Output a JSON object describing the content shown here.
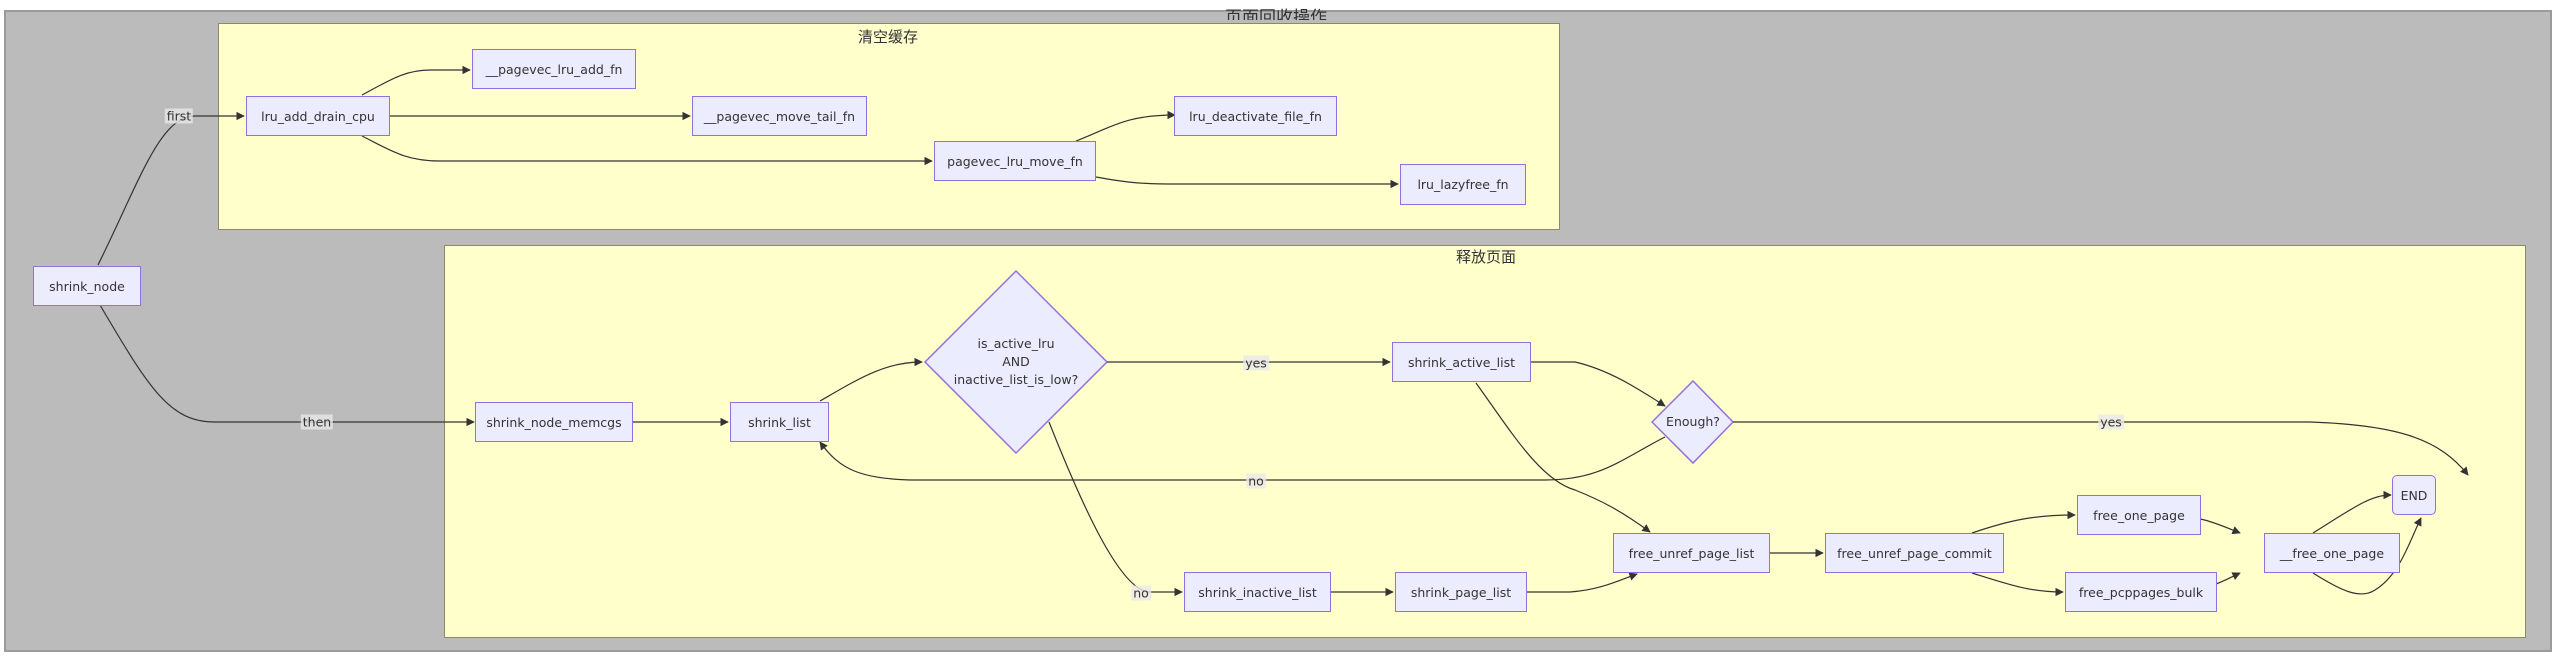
{
  "diagram": {
    "title": "页面回收操作",
    "colors": {
      "outer_background": "#bbbbbb",
      "cluster_background": "#ffffcc",
      "node_fill": "#ececff",
      "node_border": "#9370db",
      "edge": "#333333"
    },
    "clusters": [
      {
        "id": "clear_cache",
        "title": "清空缓存"
      },
      {
        "id": "free_pages",
        "title": "释放页面"
      }
    ],
    "nodes": [
      {
        "id": "shrink_node",
        "label": "shrink_node",
        "shape": "rect"
      },
      {
        "id": "lru_add_drain_cpu",
        "label": "lru_add_drain_cpu",
        "shape": "rect",
        "cluster": "clear_cache"
      },
      {
        "id": "pagevec_lru_add_fn",
        "label": "__pagevec_lru_add_fn",
        "shape": "rect",
        "cluster": "clear_cache"
      },
      {
        "id": "pagevec_move_tail_fn",
        "label": "__pagevec_move_tail_fn",
        "shape": "rect",
        "cluster": "clear_cache"
      },
      {
        "id": "pagevec_lru_move_fn",
        "label": "pagevec_lru_move_fn",
        "shape": "rect",
        "cluster": "clear_cache"
      },
      {
        "id": "lru_deactivate_file_fn",
        "label": "lru_deactivate_file_fn",
        "shape": "rect",
        "cluster": "clear_cache"
      },
      {
        "id": "lru_lazyfree_fn",
        "label": "lru_lazyfree_fn",
        "shape": "rect",
        "cluster": "clear_cache"
      },
      {
        "id": "shrink_node_memcgs",
        "label": "shrink_node_memcgs",
        "shape": "rect",
        "cluster": "free_pages"
      },
      {
        "id": "shrink_list",
        "label": "shrink_list",
        "shape": "rect",
        "cluster": "free_pages"
      },
      {
        "id": "cond_active",
        "label_lines": [
          "is_active_lru",
          "AND",
          "inactive_list_is_low?"
        ],
        "shape": "diamond",
        "cluster": "free_pages"
      },
      {
        "id": "shrink_active_list",
        "label": "shrink_active_list",
        "shape": "rect",
        "cluster": "free_pages"
      },
      {
        "id": "enough",
        "label_lines": [
          "Enough?"
        ],
        "shape": "diamond",
        "cluster": "free_pages"
      },
      {
        "id": "shrink_inactive_list",
        "label": "shrink_inactive_list",
        "shape": "rect",
        "cluster": "free_pages"
      },
      {
        "id": "shrink_page_list",
        "label": "shrink_page_list",
        "shape": "rect",
        "cluster": "free_pages"
      },
      {
        "id": "free_unref_page_list",
        "label": "free_unref_page_list",
        "shape": "rect",
        "cluster": "free_pages"
      },
      {
        "id": "free_unref_page_commit",
        "label": "free_unref_page_commit",
        "shape": "rect",
        "cluster": "free_pages"
      },
      {
        "id": "free_one_page",
        "label": "free_one_page",
        "shape": "rect",
        "cluster": "free_pages"
      },
      {
        "id": "free_pcppages_bulk",
        "label": "free_pcppages_bulk",
        "shape": "rect",
        "cluster": "free_pages"
      },
      {
        "id": "__free_one_page",
        "label": "__free_one_page",
        "shape": "rect",
        "cluster": "free_pages"
      },
      {
        "id": "end",
        "label": "END",
        "shape": "rounded",
        "cluster": "free_pages"
      }
    ],
    "edges": [
      {
        "from": "shrink_node",
        "to": "lru_add_drain_cpu",
        "label": "first"
      },
      {
        "from": "shrink_node",
        "to": "shrink_node_memcgs",
        "label": "then"
      },
      {
        "from": "lru_add_drain_cpu",
        "to": "pagevec_lru_add_fn",
        "label": ""
      },
      {
        "from": "lru_add_drain_cpu",
        "to": "pagevec_move_tail_fn",
        "label": ""
      },
      {
        "from": "lru_add_drain_cpu",
        "to": "pagevec_lru_move_fn",
        "label": ""
      },
      {
        "from": "pagevec_lru_move_fn",
        "to": "lru_deactivate_file_fn",
        "label": ""
      },
      {
        "from": "pagevec_lru_move_fn",
        "to": "lru_lazyfree_fn",
        "label": ""
      },
      {
        "from": "shrink_node_memcgs",
        "to": "shrink_list",
        "label": ""
      },
      {
        "from": "shrink_list",
        "to": "cond_active",
        "label": ""
      },
      {
        "from": "cond_active",
        "to": "shrink_active_list",
        "label": "yes"
      },
      {
        "from": "cond_active",
        "to": "shrink_inactive_list",
        "label": "no"
      },
      {
        "from": "shrink_active_list",
        "to": "enough",
        "label": ""
      },
      {
        "from": "shrink_active_list",
        "to": "free_unref_page_list",
        "label": ""
      },
      {
        "from": "enough",
        "to": "end",
        "label": "yes"
      },
      {
        "from": "enough",
        "to": "shrink_list",
        "label": "no"
      },
      {
        "from": "shrink_inactive_list",
        "to": "shrink_page_list",
        "label": ""
      },
      {
        "from": "shrink_page_list",
        "to": "free_unref_page_list",
        "label": ""
      },
      {
        "from": "free_unref_page_list",
        "to": "free_unref_page_commit",
        "label": ""
      },
      {
        "from": "free_unref_page_commit",
        "to": "free_one_page",
        "label": ""
      },
      {
        "from": "free_unref_page_commit",
        "to": "free_pcppages_bulk",
        "label": ""
      },
      {
        "from": "free_one_page",
        "to": "__free_one_page",
        "label": ""
      },
      {
        "from": "free_pcppages_bulk",
        "to": "__free_one_page",
        "label": ""
      },
      {
        "from": "__free_one_page",
        "to": "end",
        "label": ""
      },
      {
        "from": "__free_one_page",
        "to": "end",
        "label": ""
      }
    ]
  }
}
